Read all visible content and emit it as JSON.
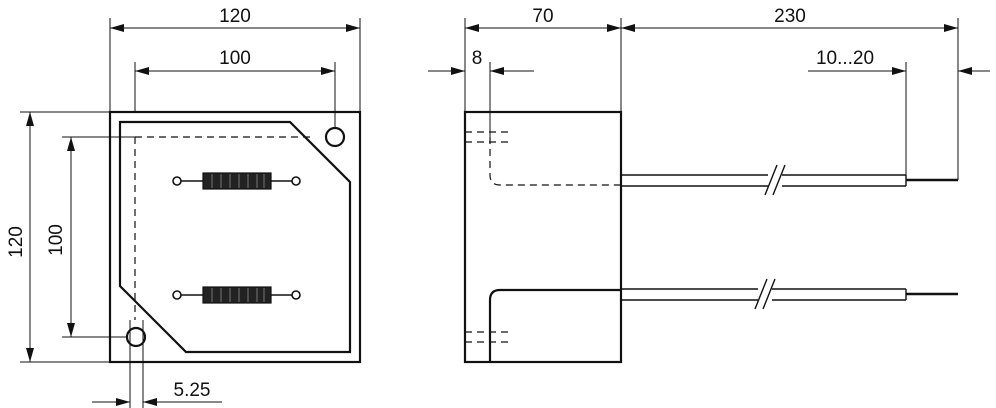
{
  "dimensions": {
    "front_width_outer": "120",
    "front_width_inner": "100",
    "front_height_outer": "120",
    "front_height_inner": "100",
    "hole_offset": "5.25",
    "side_depth": "70",
    "side_step": "8",
    "lead_length": "230",
    "lead_strip": "10...20"
  }
}
